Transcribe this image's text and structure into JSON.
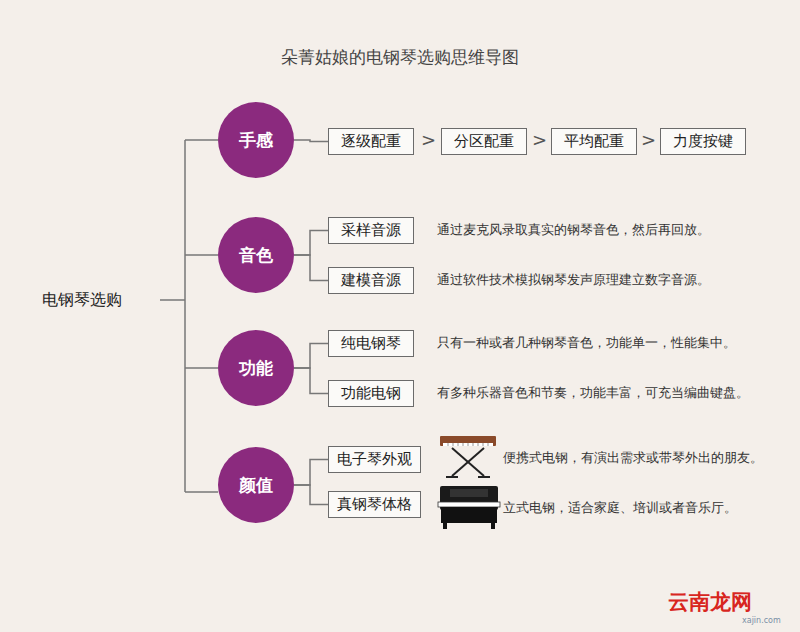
{
  "diagram": {
    "title": "朵菁姑娘的电钢琴选购思维导图",
    "nodes": [
      {
        "text": [
          "手感"
        ]
      },
      {
        "text": [
          "逐级配重"
        ]
      },
      {
        "text": [
          "分区配重"
        ]
      },
      {
        "text": [
          "平均配重"
        ]
      },
      {
        "text": [
          "力度按键"
        ]
      },
      {
        "text": [
          "音色"
        ]
      },
      {
        "text": [
          "采样音源"
        ]
      },
      {
        "text": [
          "建模音源"
        ]
      },
      {
        "text": [
          "功能"
        ]
      },
      {
        "text": [
          "纯电钢琴"
        ]
      },
      {
        "text": [
          "功能电钢"
        ]
      },
      {
        "text": [
          "颜值"
        ]
      },
      {
        "text": [
          "电子琴外观"
        ]
      },
      {
        "text": [
          "真钢琴体格"
        ]
      }
    ],
    "edges": [
      {
        "from": 0,
        "to": 1,
        "arrow": "none"
      },
      {
        "from": 5,
        "to": 6,
        "arrow": "none"
      },
      {
        "from": 5,
        "to": 7,
        "arrow": "none"
      },
      {
        "from": 8,
        "to": 9,
        "arrow": "none"
      },
      {
        "from": 8,
        "to": 10,
        "arrow": "none"
      },
      {
        "from": 11,
        "to": 12,
        "arrow": "none"
      },
      {
        "from": 11,
        "to": 13,
        "arrow": "none"
      }
    ],
    "labels": [
      "电钢琴选购",
      ">",
      ">",
      ">",
      "通过麦克风录取真实的钢琴音色，然后再回放。",
      "通过软件技术模拟钢琴发声原理建立数字音源。",
      "只有一种或者几种钢琴音色，功能单一，性能集中。",
      "有多种乐器音色和节奏，功能丰富，可充当编曲键盘。",
      "便携式电钢，有演出需求或带琴外出的朋友。",
      "立式电钢，适合家庭、培训或者音乐厅。",
      "云南龙网",
      "xajin.com"
    ]
  }
}
